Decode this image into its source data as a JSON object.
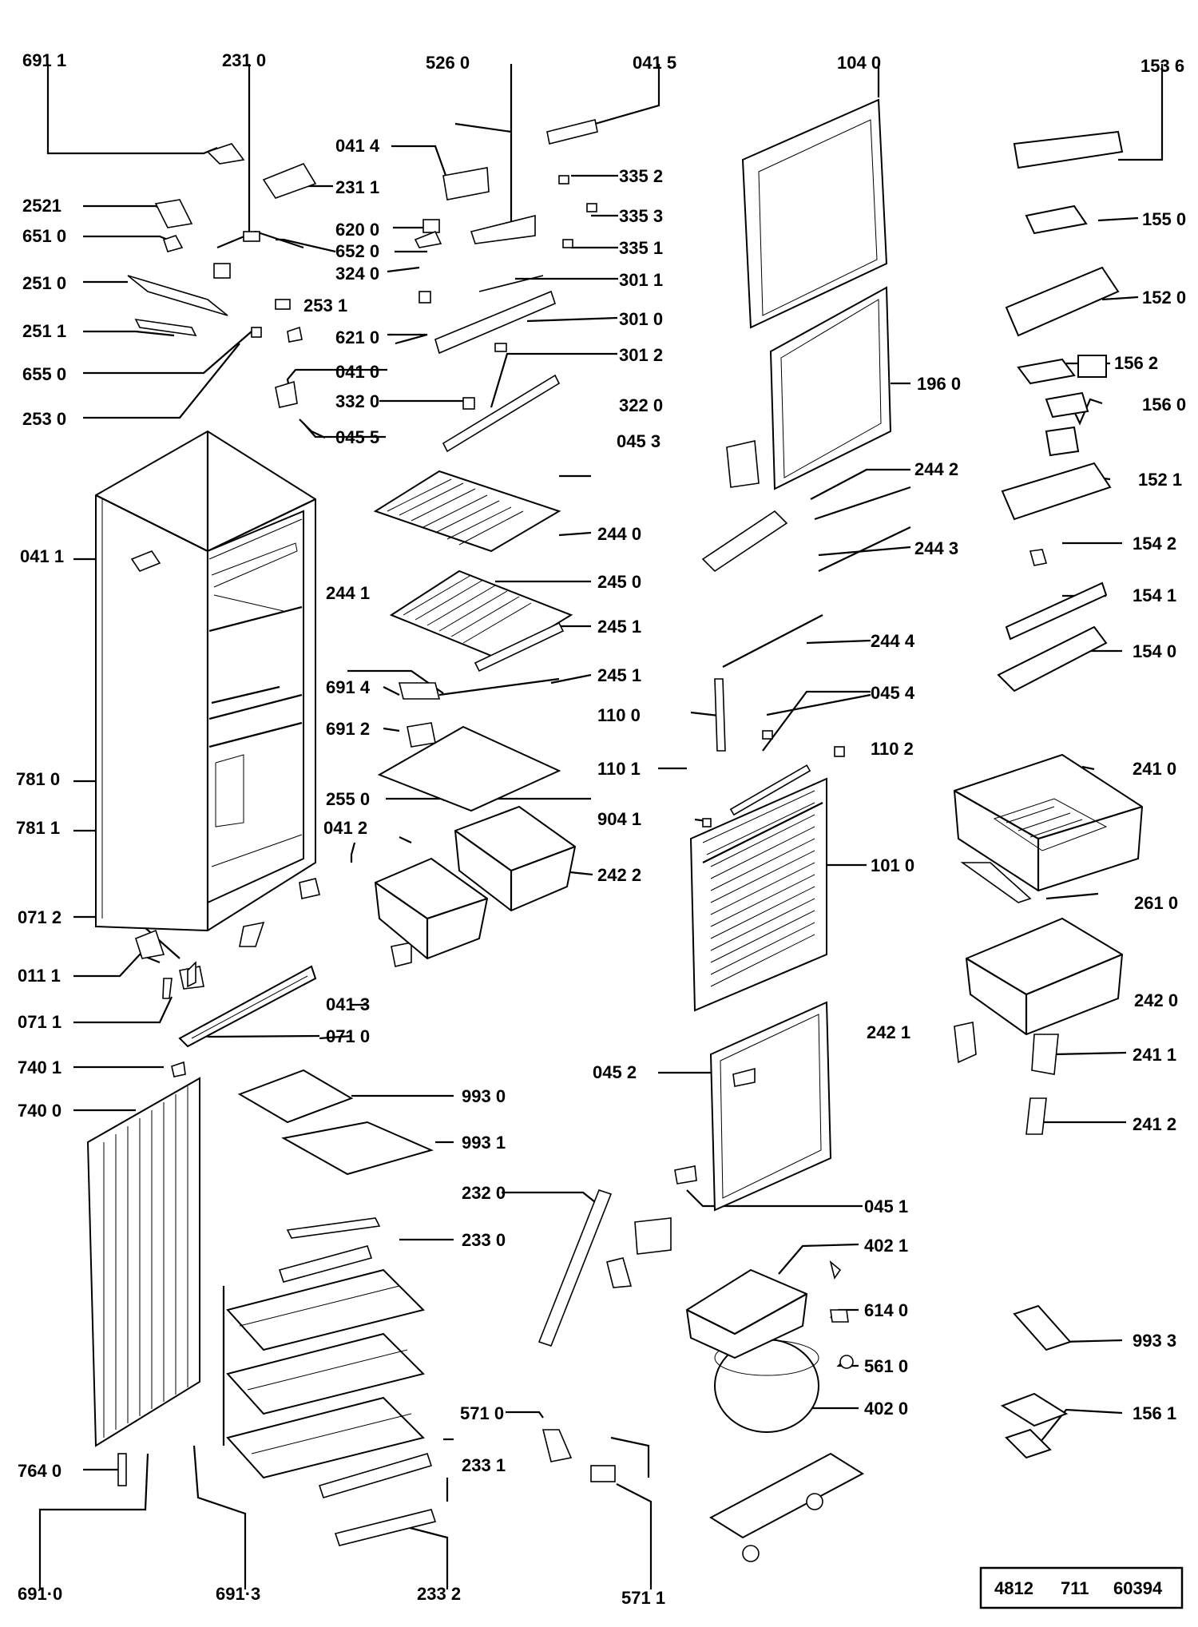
{
  "labels": {
    "l6911": "691 1",
    "l2310": "231 0",
    "l5260": "526 0",
    "l0415": "041 5",
    "l1040": "104 0",
    "l1536": "153 6",
    "l0414": "041 4",
    "l2311": "231 1",
    "l3352": "335 2",
    "l3353": "335 3",
    "l3351": "335 1",
    "l2521": "2521",
    "l6510": "651 0",
    "l6200": "620 0",
    "l6520": "652 0",
    "l3240": "324 0",
    "l2510": "251 0",
    "l3011": "301 1",
    "l2531": "253 1",
    "l3010": "301 0",
    "l2511": "251 1",
    "l6210": "621 0",
    "l3012": "301 2",
    "l6550": "655 0",
    "l0410": "041 0",
    "l3320": "332 0",
    "l3220": "322 0",
    "l2530": "253 0",
    "l0455": "045 5",
    "l0453": "045 3",
    "l1960": "196 0",
    "l1550": "155 0",
    "l1520": "152 0",
    "l1562": "156 2",
    "l1560": "156 0",
    "l1521": "152 1",
    "l2442": "244 2",
    "l0411": "041 1",
    "l2440": "244 0",
    "l2443": "244 3",
    "l1542": "154 2",
    "l2441": "244 1",
    "l2450": "245 0",
    "l1541": "154 1",
    "l2451a": "245 1",
    "l2444": "244 4",
    "l1540": "154 0",
    "l6914": "691 4",
    "l2451b": "245 1",
    "l1100": "110 0",
    "l0454": "045 4",
    "l6912": "691 2",
    "l1102": "110 2",
    "l1101": "110 1",
    "l2410": "241 0",
    "l7810": "781 0",
    "l2550": "255 0",
    "l9041": "904 1",
    "l7811": "781 1",
    "l0412": "041 2",
    "l1010": "101 0",
    "l2422": "242 2",
    "l2610": "261 0",
    "l0712": "071 2",
    "l0111": "011 1",
    "l2420": "242 0",
    "l0413": "041 3",
    "l0711": "071 1",
    "l0710": "071 0",
    "l2421": "242 1",
    "l2411": "241 1",
    "l7401": "740 1",
    "l0452": "045 2",
    "l9930": "993 0",
    "l7400": "740 0",
    "l2412": "241 2",
    "l9931": "993 1",
    "l2320": "232 0",
    "l0451": "045 1",
    "l2330": "233 0",
    "l4021": "402 1",
    "l6140": "614 0",
    "l9933": "993 3",
    "l5610": "561 0",
    "l5710": "571 0",
    "l4020": "402 0",
    "l1561": "156 1",
    "l7640": "764 0",
    "l2331": "233 1",
    "l6910": "691·0",
    "l6913": "691·3",
    "l2332": "233 2",
    "l5711": "571 1"
  },
  "doc_number": {
    "part1": "4812",
    "part2": "711",
    "part3": "60394"
  }
}
